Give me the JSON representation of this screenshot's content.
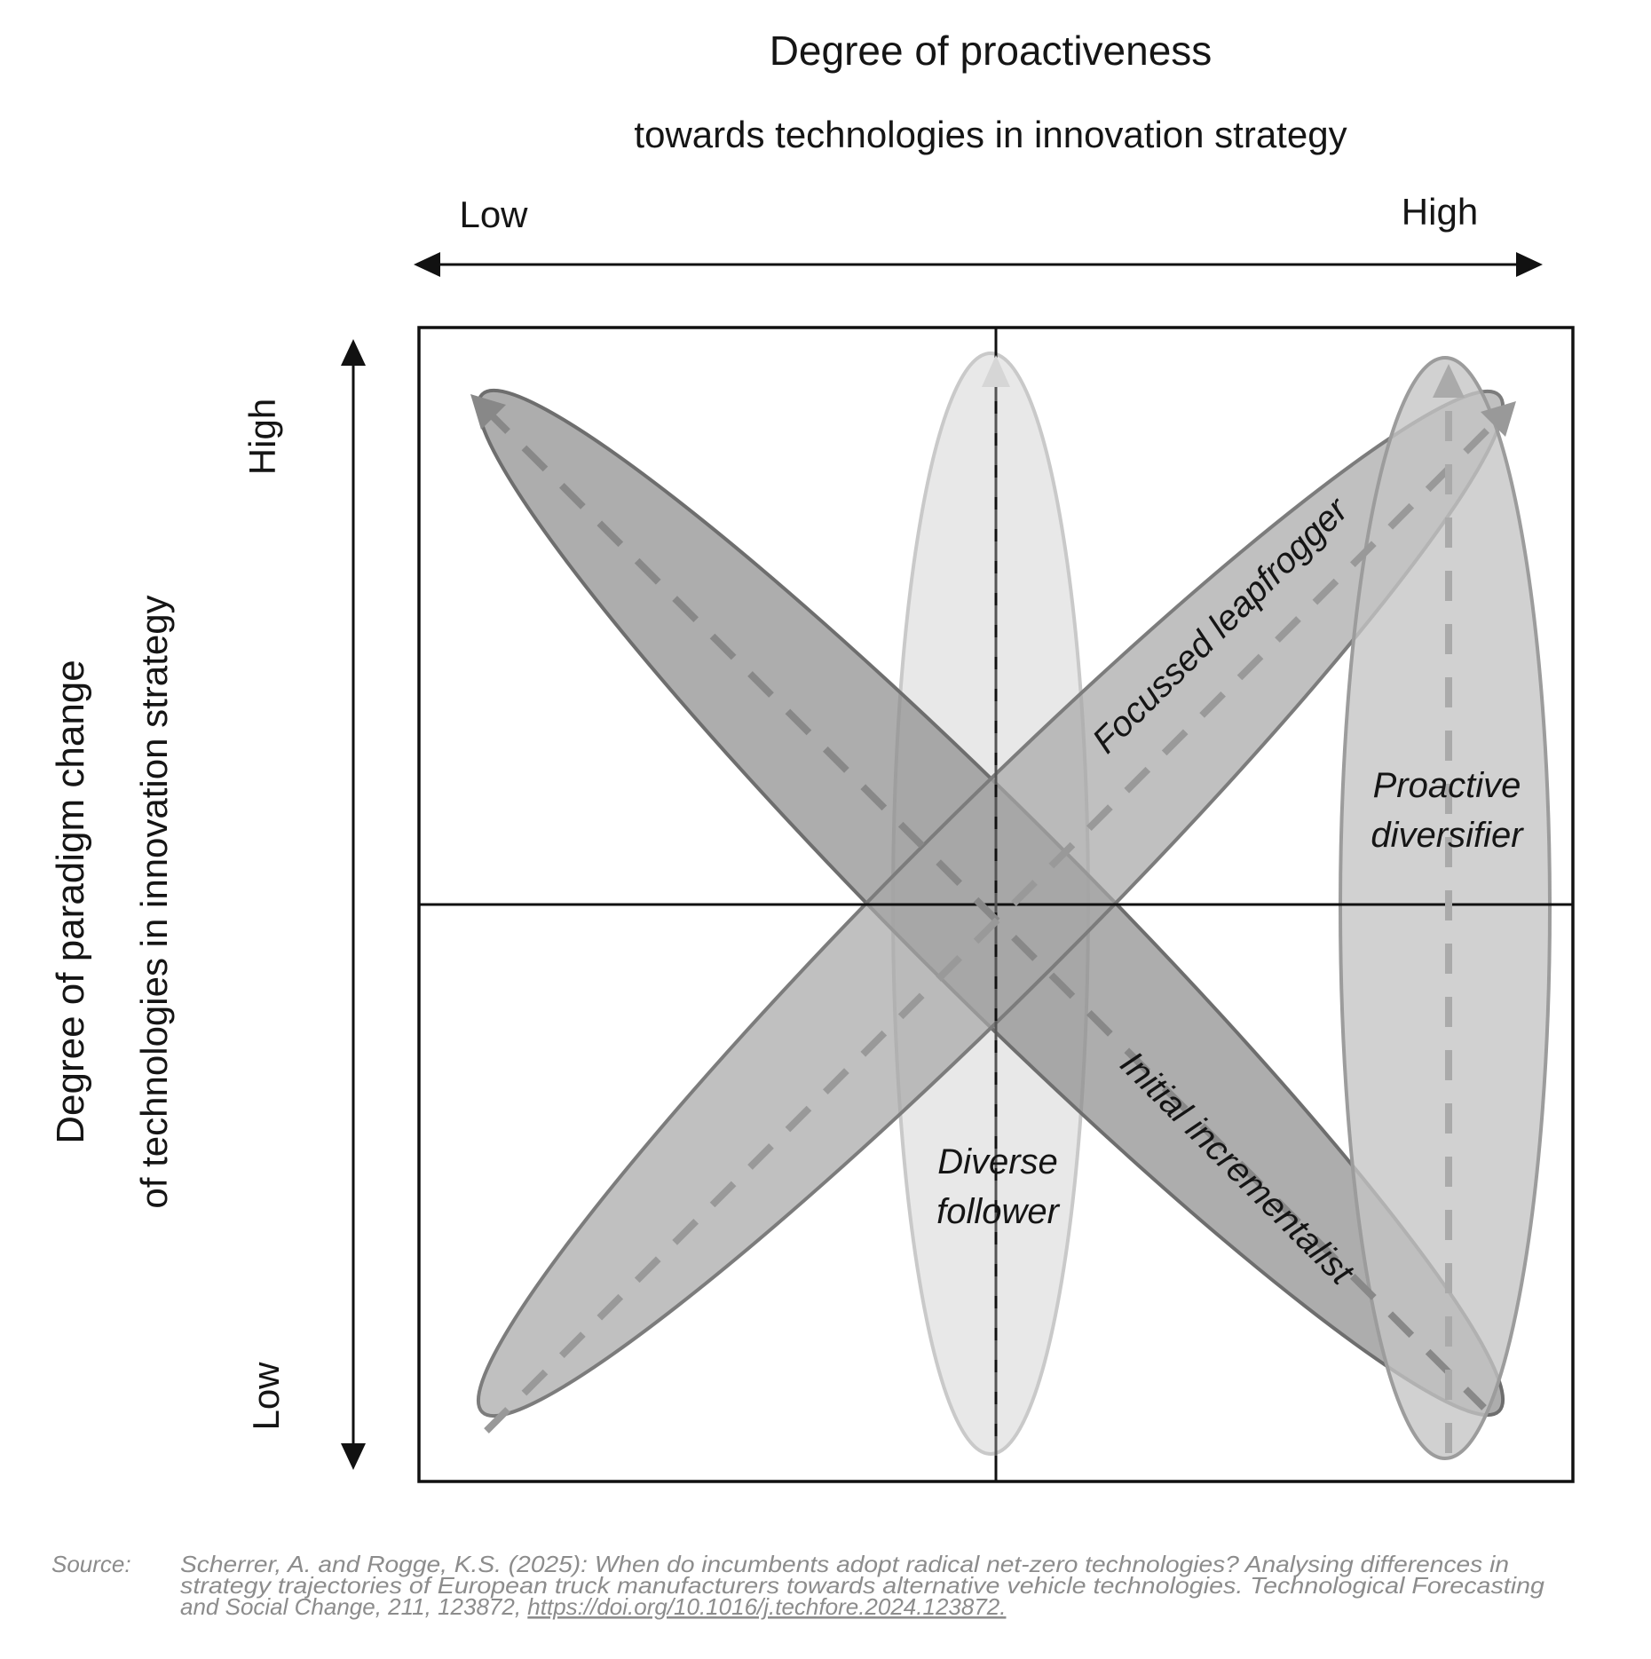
{
  "x_axis": {
    "title": "Degree of proactiveness",
    "subtitle": "towards technologies in innovation strategy",
    "low_label": "Low",
    "high_label": "High"
  },
  "y_axis": {
    "title": "Degree of paradigm change",
    "subtitle": "of technologies in innovation strategy",
    "low_label": "Low",
    "high_label": "High"
  },
  "strategies": [
    {
      "line1": "Focussed leapfrogger",
      "line2": ""
    },
    {
      "line1": "Proactive",
      "line2": "diversifier"
    },
    {
      "line1": "Initial incrementalist",
      "line2": ""
    },
    {
      "line1": "Diverse",
      "line2": "follower"
    }
  ],
  "source": {
    "label": "Source:",
    "line1": "Scherrer, A. and  Rogge, K.S. (2025): When do incumbents adopt radical net-zero technologies? Analysing differences in",
    "line2": "strategy trajectories of European truck manufacturers towards alternative vehicle technologies. Technological Forecasting",
    "line3_text": "and Social Change, 211, 123872, ",
    "line3_link": "https://doi.org/10.1016/j.techfore.2024.123872."
  },
  "colors": {
    "ellipse_dark": "#8e8e8e",
    "ellipse_mid": "#a8a8a8",
    "ellipse_light": "#c4c4c4",
    "ellipse_lightest": "#e6e6e6",
    "source_text": "#8c8c8c"
  }
}
